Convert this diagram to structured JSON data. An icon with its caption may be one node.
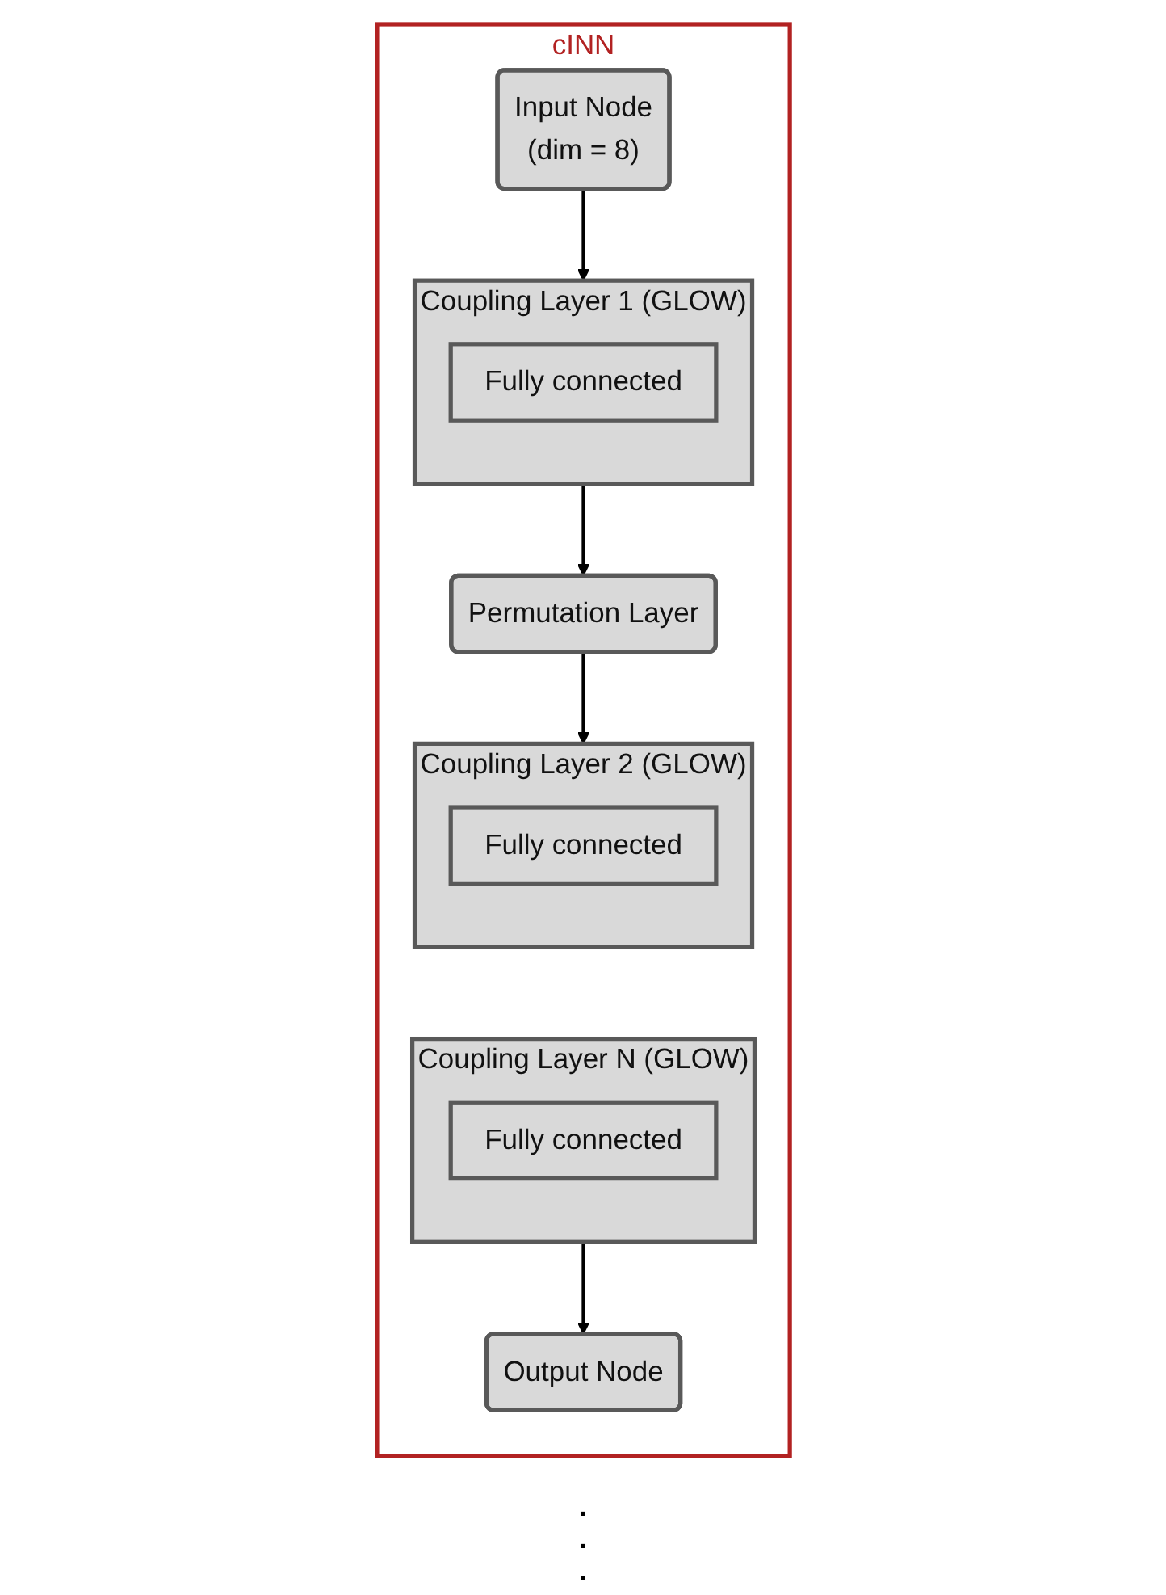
{
  "diagram": {
    "nodes": [
      {
        "text": [
          "cINN"
        ]
      },
      {
        "text": [
          "Input Node",
          "(dim = 8)"
        ],
        "in": 0
      },
      {
        "text": [
          "Coupling Layer 1 (GLOW)"
        ],
        "in": 0
      },
      {
        "text": [
          "Fully connected"
        ],
        "in": 2
      },
      {
        "text": [
          "Permutation Layer"
        ],
        "in": 0
      },
      {
        "text": [
          "Coupling Layer 2 (GLOW)"
        ],
        "in": 0
      },
      {
        "text": [
          "Fully connected"
        ],
        "in": 5
      },
      {
        "text": [
          "Coupling Layer N (GLOW)"
        ],
        "in": 0
      },
      {
        "text": [
          "Fully connected"
        ],
        "in": 7
      },
      {
        "text": [
          "Output Node"
        ],
        "in": 0
      }
    ],
    "edges": [
      {
        "from": 1,
        "to": 2,
        "arrow": "to"
      },
      {
        "from": 2,
        "to": 4,
        "arrow": "to"
      },
      {
        "from": 4,
        "to": 5,
        "arrow": "to"
      },
      {
        "from": 7,
        "to": 9,
        "arrow": "to"
      }
    ],
    "labels": [
      ".",
      ".",
      "."
    ]
  }
}
